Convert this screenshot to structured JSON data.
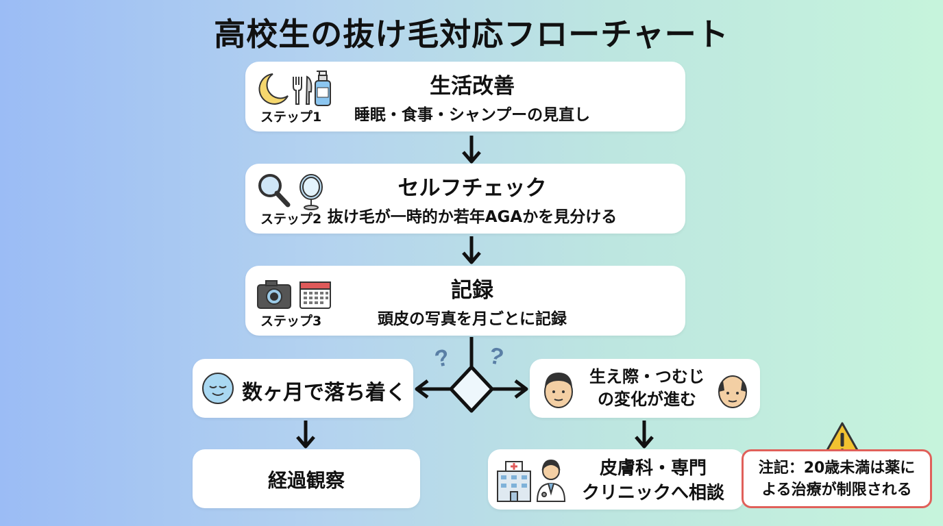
{
  "title": "高校生の抜け毛対応フローチャート",
  "steps": [
    {
      "tag": "ステップ1",
      "title": "生活改善",
      "subtitle": "睡眠・食事・シャンプーの見直し",
      "icons": [
        "moon-icon",
        "fork-knife-icon",
        "shampoo-bottle-icon"
      ]
    },
    {
      "tag": "ステップ2",
      "title": "セルフチェック",
      "subtitle": "抜け毛が一時的か若年AGAかを見分ける",
      "icons": [
        "magnifier-icon",
        "mirror-icon"
      ]
    },
    {
      "tag": "ステップ3",
      "title": "記録",
      "subtitle": "頭皮の写真を月ごとに記録",
      "icons": [
        "camera-icon",
        "calendar-icon"
      ]
    }
  ],
  "branches": {
    "left": {
      "title": "数ヶ月で落ち着く",
      "result": "経過観察",
      "icon": "calm-face-icon"
    },
    "right": {
      "title_line1": "生え際・つむじ",
      "title_line2": "の変化が進む",
      "result_line1": "皮膚科・専門",
      "result_line2": "クリニックへ相談",
      "icons": [
        "man-face-icon",
        "balding-head-icon",
        "hospital-icon",
        "doctor-icon"
      ]
    }
  },
  "note": {
    "line1": "注記：20歳未満は薬に",
    "line2": "よる治療が制限される",
    "icon": "warning-icon"
  },
  "colors": {
    "arrow": "#111111",
    "note_border": "#e0605a",
    "warning": "#f2c230",
    "question": "#5a7fa6"
  }
}
